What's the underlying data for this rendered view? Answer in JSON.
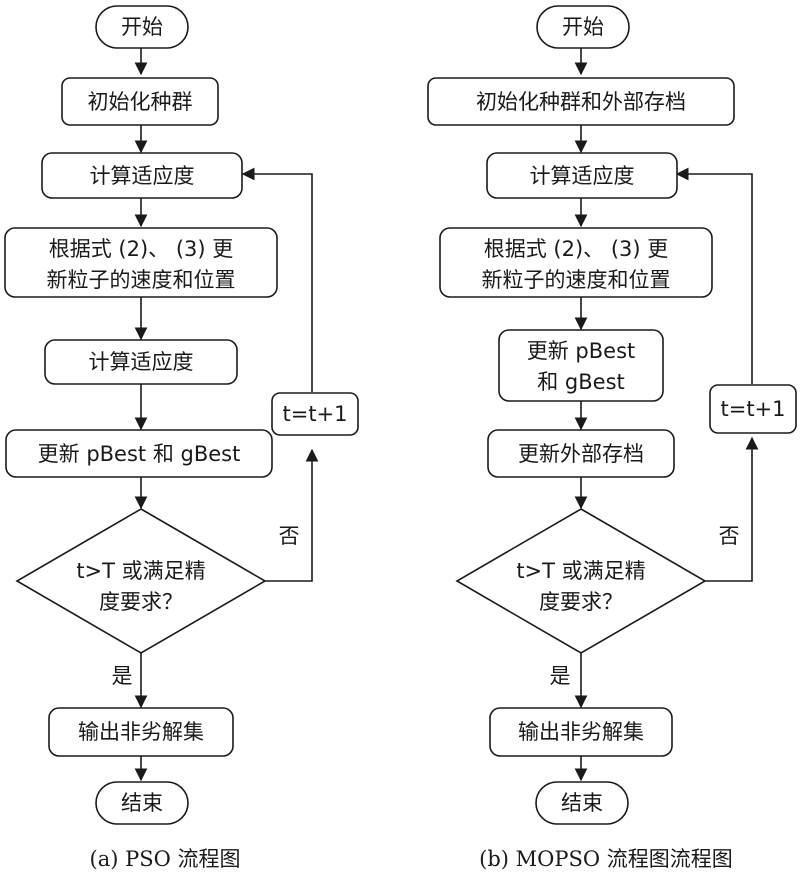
{
  "pso": {
    "start": "开始",
    "init": "初始化种群",
    "fitness1": "计算适应度",
    "update_vel_line1": "根据式 (2)、 (3) 更",
    "update_vel_line2": "新粒子的速度和位置",
    "fitness2": "计算适应度",
    "update_best": "更新 pBest 和 gBest",
    "cond_line1": "t>T 或满足精",
    "cond_line2": "度要求？",
    "no_label": "否",
    "yes_label": "是",
    "iter": "t=t+1",
    "output": "输出非劣解集",
    "end": "结束",
    "caption": "(a) PSO 流程图"
  },
  "mopso": {
    "start": "开始",
    "init": "初始化种群和外部存档",
    "fitness": "计算适应度",
    "update_vel_line1": "根据式 (2)、 (3) 更",
    "update_vel_line2": "新粒子的速度和位置",
    "update_best_line1": "更新 pBest",
    "update_best_line2": "和 gBest",
    "update_archive": "更新外部存档",
    "cond_line1": "t>T 或满足精",
    "cond_line2": "度要求？",
    "no_label": "否",
    "yes_label": "是",
    "iter": "t=t+1",
    "output": "输出非劣解集",
    "end": "结束",
    "caption": "(b) MOPSO 流程图流程图"
  }
}
